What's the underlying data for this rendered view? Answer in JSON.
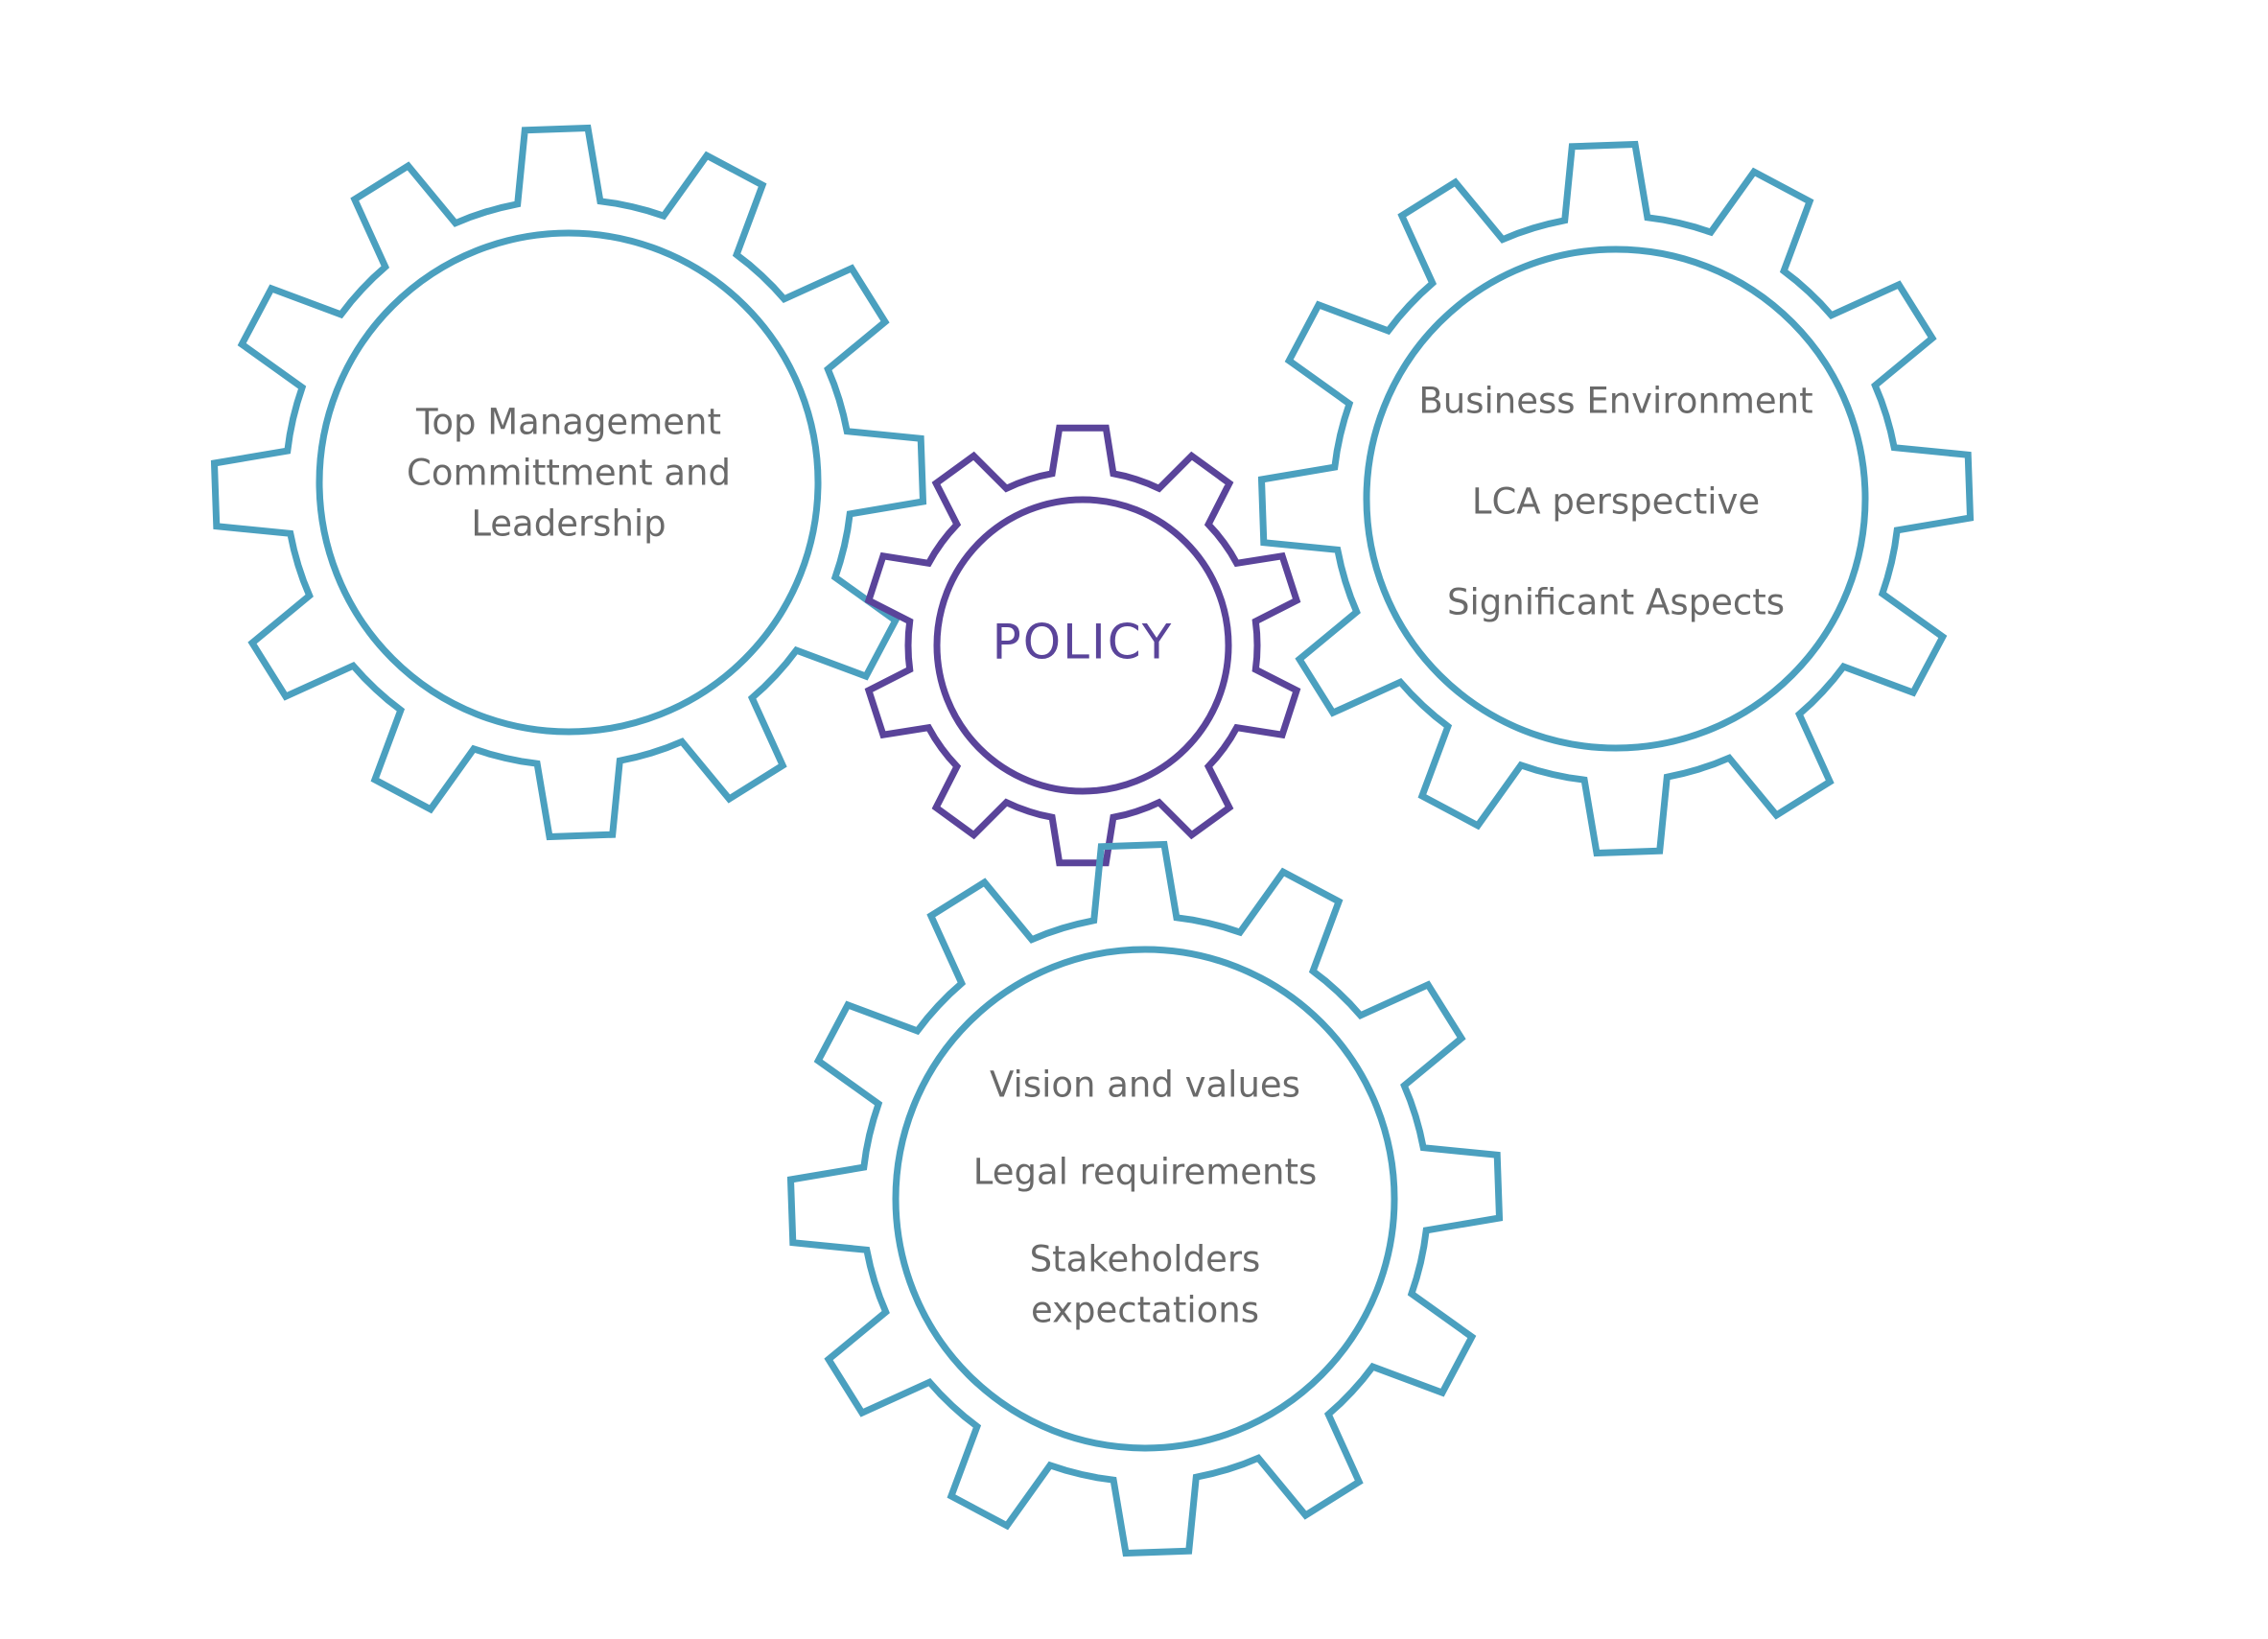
{
  "colors": {
    "outer_gear_stroke": "#4ba0bf",
    "policy_gear_stroke": "#5a449a",
    "text": "#6a6a6a",
    "policy_text": "#5a449a"
  },
  "center_gear": {
    "label": "POLICY"
  },
  "gears": {
    "left": {
      "lines": [
        "Top Management",
        "Committment and",
        "Leadership"
      ]
    },
    "right": {
      "items": [
        "Business Environment",
        "LCA perspective",
        "Significant Aspects"
      ]
    },
    "bottom": {
      "items": [
        "Vision and values",
        "Legal requirements",
        "Stakeholders",
        "expectations"
      ]
    }
  }
}
